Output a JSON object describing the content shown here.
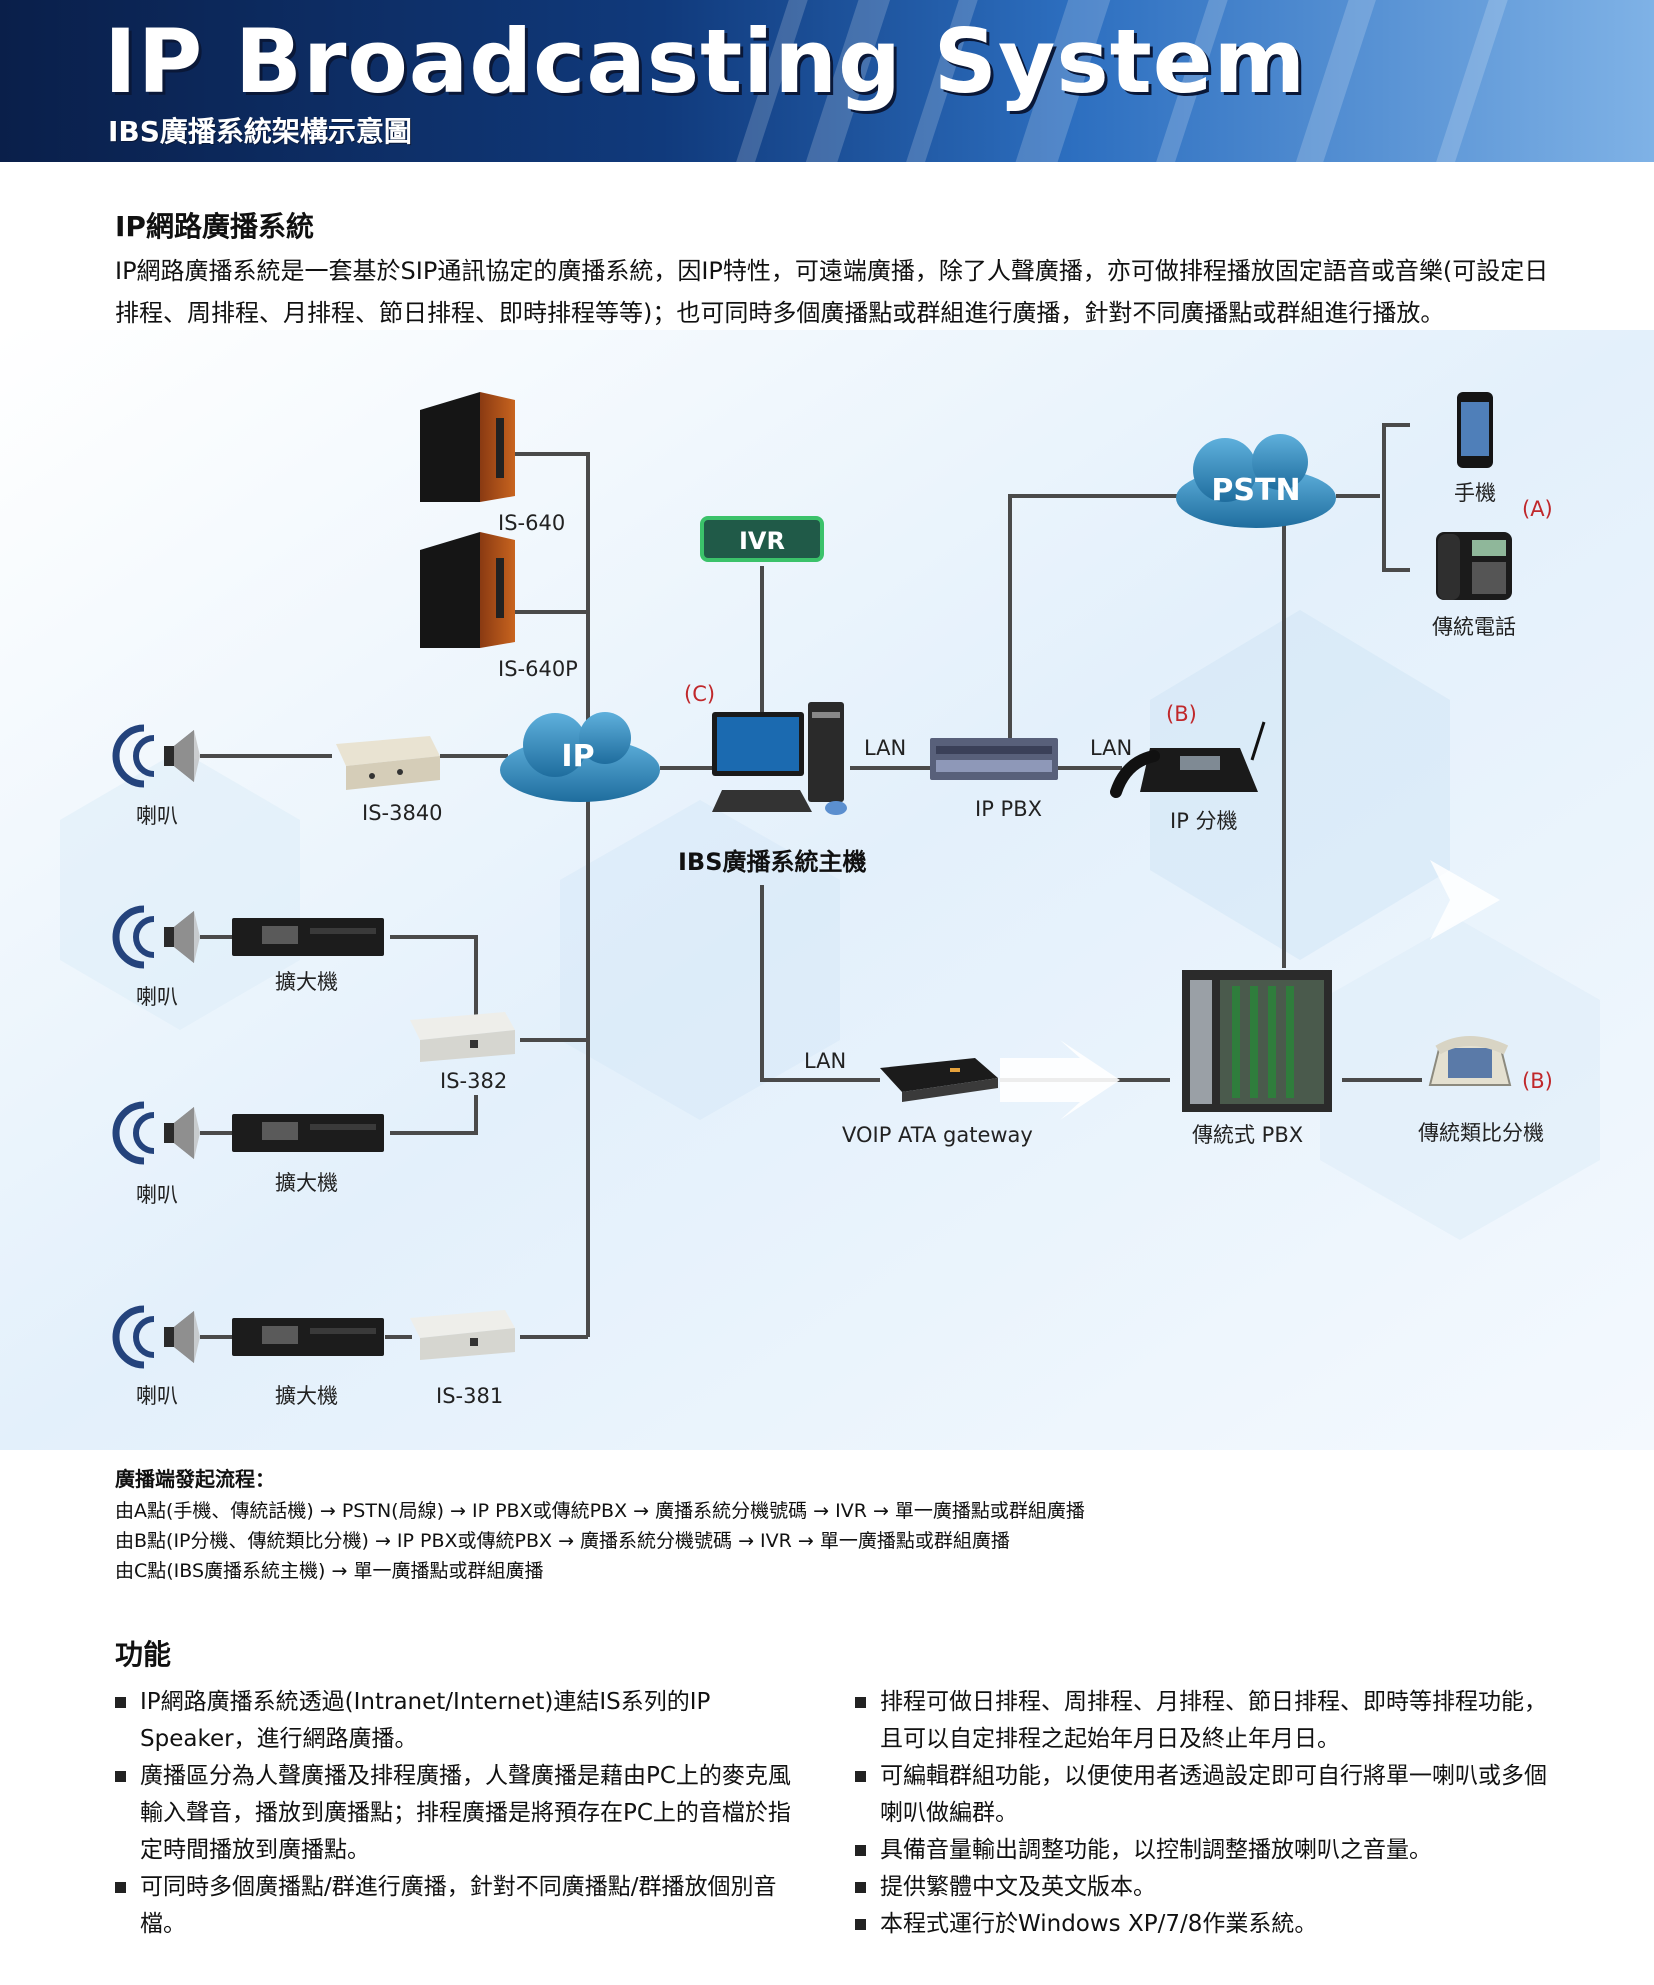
{
  "header": {
    "title": "IP Broadcasting System",
    "subtitle": "IBS廣播系統架構示意圖"
  },
  "intro": {
    "title": "IP網路廣播系統",
    "body": "IP網路廣播系統是一套基於SIP通訊協定的廣播系統，因IP特性，可遠端廣播，除了人聲廣播，亦可做排程播放固定語音或音樂(可設定日排程、周排程、月排程、節日排程、即時排程等等)；也可同時多個廣播點或群組進行廣播，針對不同廣播點或群組進行播放。"
  },
  "diagram": {
    "clouds": {
      "ip": "IP",
      "pstn": "PSTN"
    },
    "ivr": "IVR",
    "labels": {
      "is640": "IS-640",
      "is640p": "IS-640P",
      "is3840": "IS-3840",
      "is382": "IS-382",
      "is381": "IS-381",
      "speaker": "喇叭",
      "amplifier": "擴大機",
      "host": "IBS廣播系統主機",
      "lan": "LAN",
      "ip_pbx": "IP PBX",
      "ip_ext": "IP 分機",
      "mobile": "手機",
      "landline": "傳統電話",
      "voip_ata": "VOIP ATA gateway",
      "trad_pbx": "傳統式 PBX",
      "analog_ext": "傳統類比分機",
      "point_a": "(A)",
      "point_b": "(B)",
      "point_c": "(C)"
    }
  },
  "flow": {
    "title": "廣播端發起流程：",
    "lines": [
      "由A點(手機、傳統話機) → PSTN(局線) → IP PBX或傳統PBX → 廣播系統分機號碼 → IVR → 單一廣播點或群組廣播",
      "由B點(IP分機、傳統類比分機) → IP PBX或傳統PBX → 廣播系統分機號碼 → IVR → 單一廣播點或群組廣播",
      "由C點(IBS廣播系統主機) → 單一廣播點或群組廣播"
    ]
  },
  "features": {
    "title": "功能",
    "left": [
      "IP網路廣播系統透過(Intranet/Internet)連結IS系列的IP Speaker，進行網路廣播。",
      "廣播區分為人聲廣播及排程廣播，人聲廣播是藉由PC上的麥克風輸入聲音，播放到廣播點；排程廣播是將預存在PC上的音檔於指定時間播放到廣播點。",
      "可同時多個廣播點/群進行廣播，針對不同廣播點/群播放個別音檔。"
    ],
    "right": [
      "排程可做日排程、周排程、月排程、節日排程、即時等排程功能，且可以自定排程之起始年月日及終止年月日。",
      "可編輯群組功能，以便使用者透過設定即可自行將單一喇叭或多個喇叭做編群。",
      "具備音量輸出調整功能，以控制調整播放喇叭之音量。",
      "提供繁體中文及英文版本。",
      "本程式運行於Windows XP/7/8作業系統。"
    ]
  }
}
